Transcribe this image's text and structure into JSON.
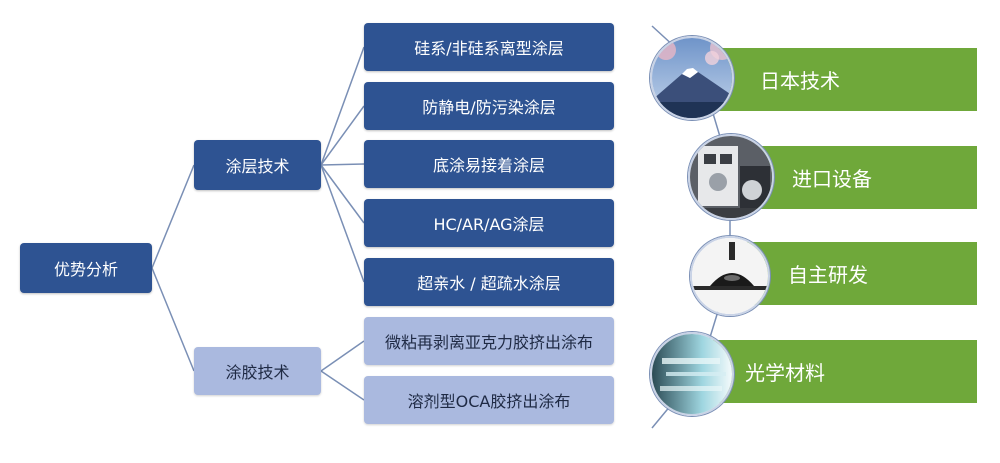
{
  "root": {
    "label": "优势分析"
  },
  "branches": [
    {
      "label": "涂层技术",
      "items": [
        "硅系/非硅系离型涂层",
        "防静电/防污染涂层",
        "底涂易接着涂层",
        "HC/AR/AG涂层",
        "超亲水 / 超疏水涂层"
      ]
    },
    {
      "label": "涂胶技术",
      "items": [
        "微粘再剥离亚克力胶挤出涂布",
        "溶剂型OCA胶挤出涂布"
      ]
    }
  ],
  "advantages": [
    {
      "label": "日本技术",
      "icon": "mount-fuji-photo"
    },
    {
      "label": "进口设备",
      "icon": "coating-machine-photo"
    },
    {
      "label": "自主研发",
      "icon": "water-droplet-contact-angle-photo"
    },
    {
      "label": "光学材料",
      "icon": "optical-film-light-photo"
    }
  ],
  "colors": {
    "dark_box": "#2e5392",
    "light_box": "#aab9df",
    "green_bar": "#6fa83a",
    "connector": "#7a8fb5"
  }
}
